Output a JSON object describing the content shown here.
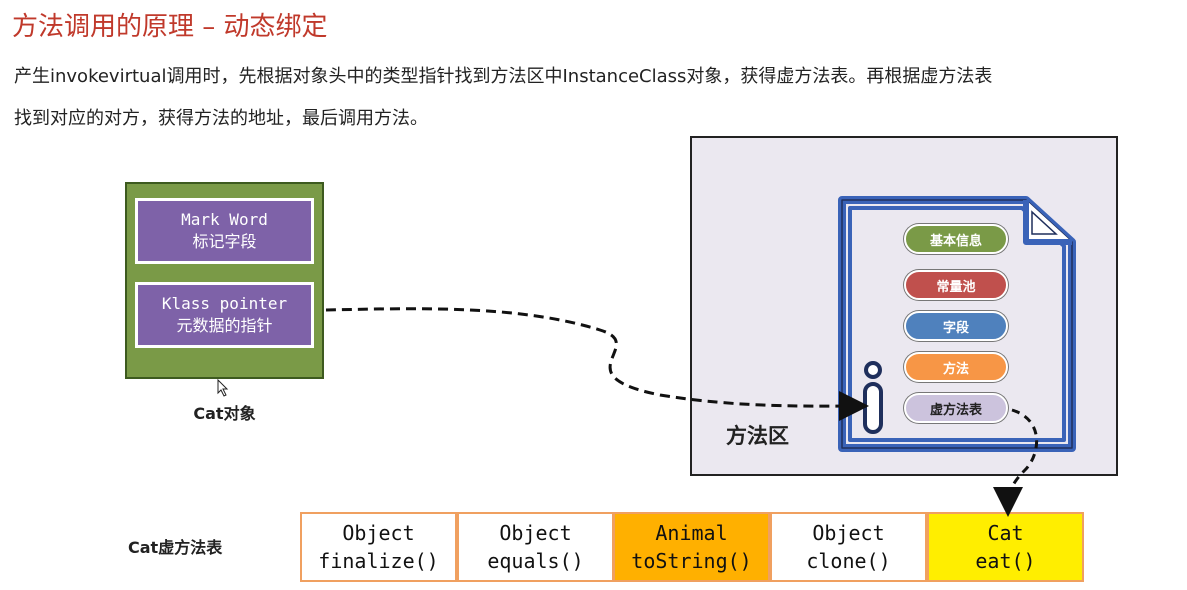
{
  "header": {
    "title": "方法调用的原理 – 动态绑定",
    "description_line1": "产生invokevirtual调用时，先根据对象头中的类型指针找到方法区中InstanceClass对象，获得虚方法表。再根据虚方法表",
    "description_line2": "找到对应的对方，获得方法的地址，最后调用方法。"
  },
  "cat_object": {
    "label": "Cat对象",
    "fields": [
      {
        "name": "Mark Word",
        "desc": "标记字段"
      },
      {
        "name": "Klass pointer",
        "desc": "元数据的指针"
      }
    ]
  },
  "method_area": {
    "label": "方法区",
    "entries": [
      {
        "label": "基本信息",
        "color": "#7a9a47"
      },
      {
        "label": "常量池",
        "color": "#c0504d"
      },
      {
        "label": "字段",
        "color": "#4f81bd"
      },
      {
        "label": "方法",
        "color": "#f79646"
      },
      {
        "label": "虚方法表",
        "color": "#ccc3dd"
      }
    ]
  },
  "vtable": {
    "label": "Cat虚方法表",
    "cells": [
      {
        "owner": "Object",
        "method": "finalize()",
        "bg": "#ffffff"
      },
      {
        "owner": "Object",
        "method": "equals()",
        "bg": "#ffffff"
      },
      {
        "owner": "Animal",
        "method": "toString()",
        "bg": "#ffb000"
      },
      {
        "owner": "Object",
        "method": "clone()",
        "bg": "#ffffff"
      },
      {
        "owner": "Cat",
        "method": "eat()",
        "bg": "#ffee00"
      }
    ]
  },
  "colors": {
    "title": "#c0392b",
    "object_bg": "#7a9a47",
    "field_bg": "#7e62a8",
    "method_area_bg": "#ebe8f0",
    "document_stroke": "#3a63b8"
  }
}
